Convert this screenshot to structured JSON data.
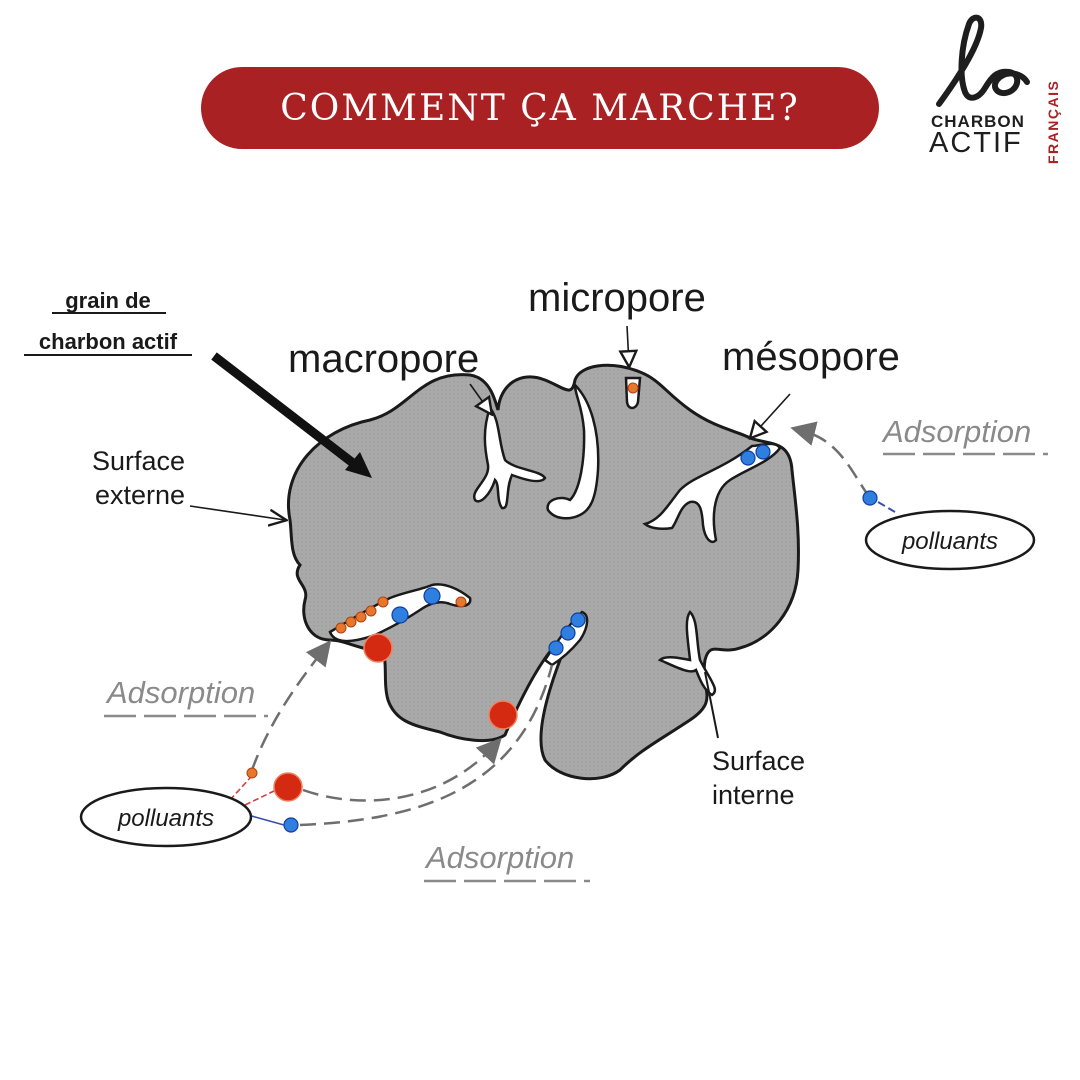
{
  "header": {
    "title": "COMMENT ÇA MARCHE?",
    "banner_color": "#a92123"
  },
  "logo": {
    "script": "le",
    "line1": "CHARBON",
    "line2": "ACTIF",
    "vertical": "FRANÇAIS",
    "accent_color": "#a92123"
  },
  "diagram": {
    "grain_label_line1": "grain de",
    "grain_label_line2": "charbon actif",
    "macropore": "macropore",
    "micropore": "micropore",
    "mesopore": "mésopore",
    "surface_externe_line1": "Surface",
    "surface_externe_line2": "externe",
    "surface_interne_line1": "Surface",
    "surface_interne_line2": "interne",
    "adsorption_right": "Adsorption",
    "adsorption_left": "Adsorption",
    "adsorption_bottom": "Adsorption",
    "polluants_right": "polluants",
    "polluants_left": "polluants",
    "colors": {
      "grain_fill": "#a9a9a9",
      "pollutant_large": "#d42a12",
      "pollutant_small": "#e8772e",
      "pollutant_blue": "#2f7fe0",
      "adsorption_text": "#8a8a8a"
    }
  }
}
